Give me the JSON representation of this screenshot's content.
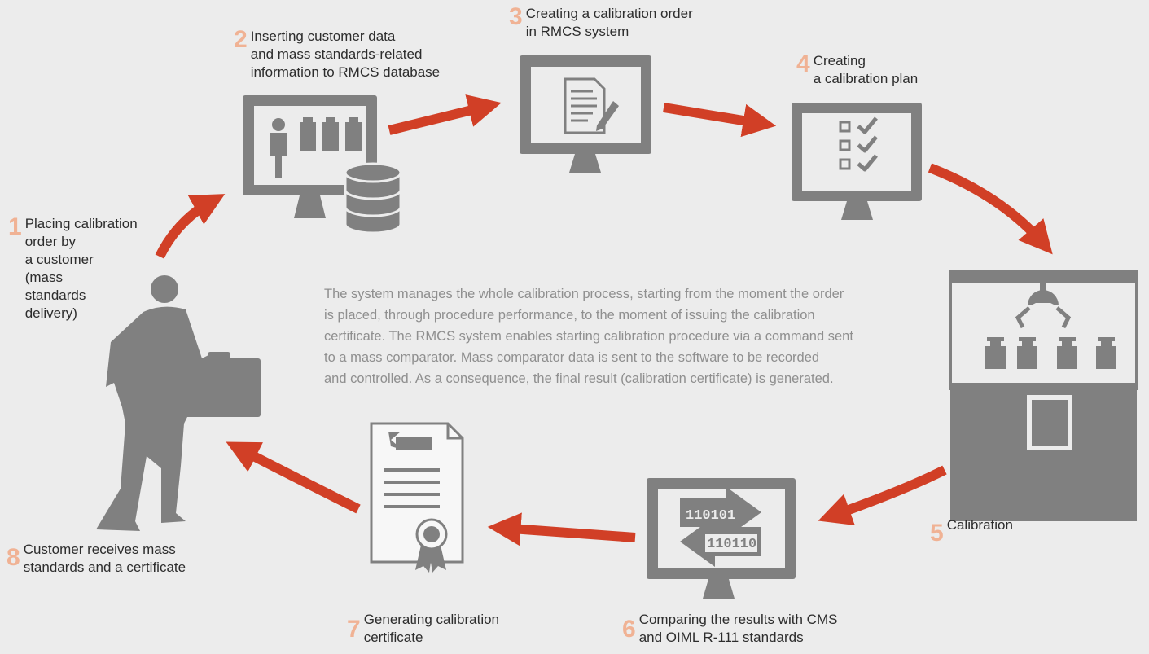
{
  "colors": {
    "background": "#ececec",
    "icon": "#808080",
    "arrow": "#d13f26",
    "number": "#f0b294",
    "text": "#2d2d2d",
    "description": "#8f8f8f"
  },
  "steps": [
    {
      "num": "1",
      "lines": [
        "Placing calibration",
        "order by",
        "a customer",
        "(mass",
        "standards",
        "delivery)"
      ]
    },
    {
      "num": "2",
      "lines": [
        "Inserting customer data",
        "and mass standards-related",
        "information to RMCS database"
      ]
    },
    {
      "num": "3",
      "lines": [
        "Creating a calibration order",
        "in RMCS system"
      ]
    },
    {
      "num": "4",
      "lines": [
        "Creating",
        "a calibration plan"
      ]
    },
    {
      "num": "5",
      "lines": [
        "Calibration"
      ]
    },
    {
      "num": "6",
      "lines": [
        "Comparing the results with CMS",
        "and OIML R-111 standards"
      ]
    },
    {
      "num": "7",
      "lines": [
        "Generating calibration",
        "certificate"
      ]
    },
    {
      "num": "8",
      "lines": [
        "Customer receives mass",
        "standards and a certificate"
      ]
    }
  ],
  "description": [
    "The system manages the whole calibration process, starting from the moment the order",
    "is placed, through procedure performance, to the moment of issuing the calibration",
    "certificate. The RMCS system enables starting calibration procedure via a command sent",
    "to a mass comparator. Mass comparator data is sent to the software to be recorded",
    "and controlled. As a consequence, the final result (calibration certificate) is generated."
  ],
  "icons": {
    "binary_top": "110101",
    "binary_bottom": "110110",
    "names": [
      "customer-silhouette-icon",
      "database-monitor-icon",
      "document-edit-monitor-icon",
      "checklist-monitor-icon",
      "mass-comparator-icon",
      "data-exchange-monitor-icon",
      "certificate-icon"
    ]
  }
}
